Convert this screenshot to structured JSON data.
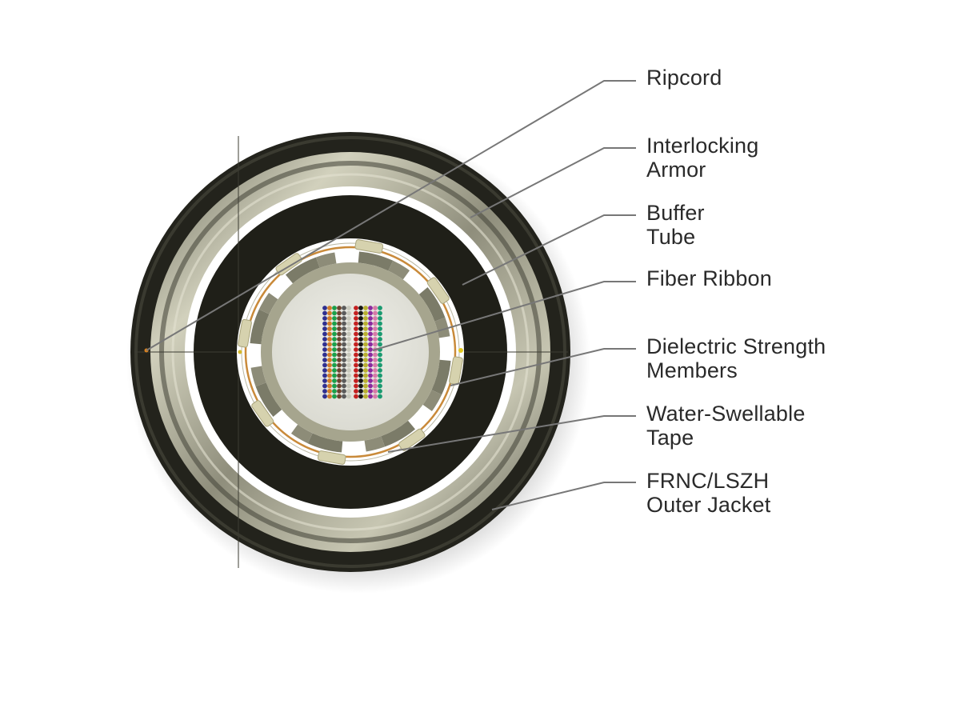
{
  "diagram": {
    "type": "cable-cross-section",
    "subject": "Armored fiber optic ribbon cable",
    "colors": {
      "background": "#ffffff",
      "jacket": "#23231c",
      "armor_light": "#c9c8b4",
      "armor_dark": "#5d5d50",
      "buffer": "#1f1f18",
      "white_ring": "#ffffff",
      "tape": "#c98a3a",
      "core_ring": "#a6a58e",
      "core_block": "#7b7b68",
      "core_disc": "#e6e6df",
      "strength_member": "#d6d2ae",
      "leader_line": "#777777",
      "label_text": "#2a2a2a"
    },
    "fiber_colors": [
      "#2f2f8f",
      "#d07a2a",
      "#1aa04a",
      "#6b4530",
      "#5a5a5a",
      "#c8c8bc",
      "#c42020",
      "#151515",
      "#b8b030",
      "#8a2aa0",
      "#d67aa8",
      "#1a9a70"
    ],
    "ribbon_rows": 18,
    "labels": [
      {
        "id": "ripcord",
        "lines": [
          "Ripcord"
        ]
      },
      {
        "id": "interlocking-armor",
        "lines": [
          "Interlocking",
          "Armor"
        ]
      },
      {
        "id": "buffer-tube",
        "lines": [
          "Buffer",
          "Tube"
        ]
      },
      {
        "id": "fiber-ribbon",
        "lines": [
          "Fiber Ribbon"
        ]
      },
      {
        "id": "dielectric-strength-members",
        "lines": [
          "Dielectric Strength",
          "Members"
        ]
      },
      {
        "id": "water-swellable-tape",
        "lines": [
          "Water-Swellable",
          "Tape"
        ]
      },
      {
        "id": "outer-jacket",
        "lines": [
          "FRNC/LSZH",
          "Outer Jacket"
        ]
      }
    ]
  }
}
